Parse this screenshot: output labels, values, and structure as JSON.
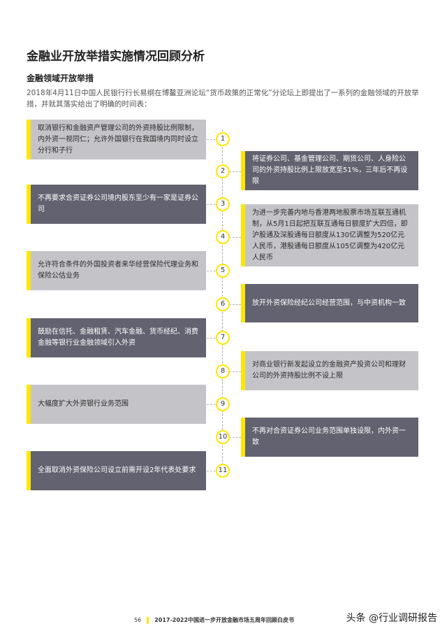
{
  "page": {
    "title": "金融业开放举措实施情况回顾分析",
    "subtitle": "金融领域开放举措",
    "intro": "2018年4月11日中国人民银行行长易纲在博鳌亚洲论坛“货币政策的正常化”分论坛上即提出了一系列的金融领域的开放举措，并就其落实给出了明确的时间表："
  },
  "timeline": [
    {
      "num": "1",
      "side": "left",
      "style": "gray",
      "text": "取消银行和金融资产管理公司的外资持股比例限制，内外资一视同仁；允许外国银行在我国境内同时设立分行和子行"
    },
    {
      "num": "2",
      "side": "right",
      "style": "dark",
      "text": "将证券公司、基金管理公司、期货公司、人身险公司的外资持股比例上限放宽至51%，三年后不再设限"
    },
    {
      "num": "3",
      "side": "left",
      "style": "dark",
      "text": "不再要求合资证券公司境内股东至少有一家是证券公司"
    },
    {
      "num": "4",
      "side": "right",
      "style": "gray",
      "text": "为进一步完善内地与香港两地股票市场互联互通机制，从5月1日起把互联互通每日额度扩大四倍，即沪股通及深股通每日额度从130亿调整为520亿元人民币，港股通每日额度从105亿调整为420亿元人民币"
    },
    {
      "num": "5",
      "side": "left",
      "style": "gray",
      "text": "允许符合条件的外国投资者来华经营保险代理业务和保险公估业务"
    },
    {
      "num": "6",
      "side": "right",
      "style": "dark",
      "text": "放开外资保险经纪公司经营范围，与中资机构一致"
    },
    {
      "num": "7",
      "side": "left",
      "style": "dark",
      "text": "鼓励在信托、金融租赁、汽车金融、货币经纪、消费金融等银行业金融领域引入外资"
    },
    {
      "num": "8",
      "side": "right",
      "style": "gray",
      "text": "对商业银行新发起设立的金融资产投资公司和理财公司的外资持股比例不设上限"
    },
    {
      "num": "9",
      "side": "left",
      "style": "gray",
      "text": "大幅度扩大外资银行业务范围"
    },
    {
      "num": "10",
      "side": "right",
      "style": "dark",
      "text": "不再对合资证券公司业务范围单独设限，内外资一致"
    },
    {
      "num": "11",
      "side": "left",
      "style": "dark",
      "text": "全面取消外资保险公司设立前需开设2年代表处要求"
    }
  ],
  "footer": {
    "page_number": "56",
    "text": "2017-2022中国进一步开放金融市场五周年回顾白皮书"
  },
  "watermark": "头条 @行业调研报告",
  "colors": {
    "accent": "#ffe600",
    "dark_box": "#626270",
    "light_box": "#c4c4c8"
  }
}
